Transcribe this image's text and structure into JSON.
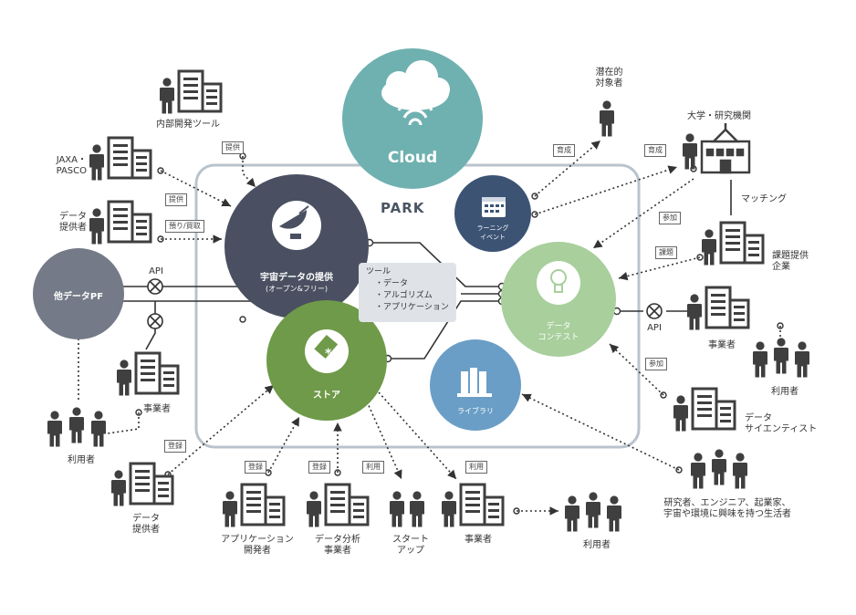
{
  "park_label": "PARK",
  "cloud_label": "Cloud",
  "hubs": {
    "data_provision": {
      "line1": "宇宙データの提供",
      "line2": "(オープン&フリー)"
    },
    "store": "ストア",
    "event": {
      "line1": "ラーニング",
      "line2": "イベント"
    },
    "contest": {
      "line1": "データ",
      "line2": "コンテスト"
    },
    "library": "ライブラリ",
    "other_pf": "他データPF"
  },
  "tools": {
    "title": "ツール",
    "items": [
      "・データ",
      "・アルゴリズム",
      "・アプリケーション"
    ]
  },
  "actors": {
    "internal_tools": "内部開発ツール",
    "jaxa_pasco": [
      "JAXA・",
      "PASCO"
    ],
    "data_provider_top": [
      "データ",
      "提供者"
    ],
    "business_left": "事業者",
    "users_left": "利用者",
    "data_provider_bottom": [
      "データ",
      "提供者"
    ],
    "app_dev": [
      "アプリケーション",
      "開発者"
    ],
    "data_analysis": [
      "データ分析",
      "事業者"
    ],
    "startup": [
      "スタート",
      "アップ"
    ],
    "business_bottom": "事業者",
    "users_bottom": "利用者",
    "potential": [
      "潜在的",
      "対象者"
    ],
    "university": "大学・研究機関",
    "matching": "マッチング",
    "issue_company": [
      "課題提供",
      "企業"
    ],
    "business_right": "事業者",
    "users_right": "利用者",
    "data_scientist": [
      "データ",
      "サイエンティスト"
    ],
    "researchers": [
      "研究者、エンジニア、起業家、",
      "宇宙や環境に興味を持つ生活者"
    ]
  },
  "edge_tags": {
    "provide_1": "提供",
    "provide_2": "提供",
    "deposit": "預り/買取",
    "register_1": "登録",
    "register_2": "登録",
    "register_3": "登録",
    "use_1": "利用",
    "use_2": "利用",
    "train_1": "育成",
    "train_2": "育成",
    "join_1": "参加",
    "issue": "課題",
    "join_2": "参加"
  },
  "api_labels": [
    "API",
    "API"
  ],
  "colors": {
    "cloud": "#6fb1b0",
    "data_provision": "#4a5061",
    "store": "#6f9a49",
    "event": "#3c5374",
    "contest": "#a8cf9c",
    "library": "#6a9ec6",
    "other_pf": "#747a87",
    "park_frame": "#b9c3cc",
    "figure": "#3f3f3f"
  }
}
